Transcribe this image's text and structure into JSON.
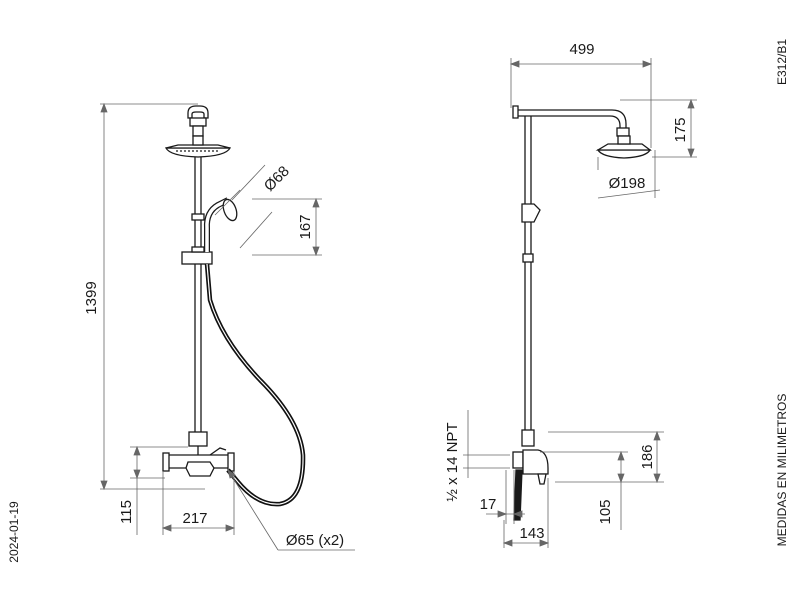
{
  "drawing_code": "E312/B1",
  "date": "2024-01-19",
  "units_note": "MEDIDAS EN MILIMETROS",
  "front_view": {
    "total_height": "1399",
    "hand_shower_diameter": "Ø68",
    "hand_shower_height": "167",
    "outlet_height": "115",
    "mixer_width": "217",
    "hose_diameter": "Ø65 (x2)"
  },
  "side_view": {
    "arm_length": "499",
    "head_drop": "175",
    "head_diameter": "Ø198",
    "thread_spec": "½ x 14 NPT",
    "wall_offset": "17",
    "mixer_depth": "143",
    "valve_height": "186",
    "spout_height": "105"
  },
  "colors": {
    "line": "#1a1a1a",
    "dim_line": "#666666",
    "hose": "#111111"
  }
}
